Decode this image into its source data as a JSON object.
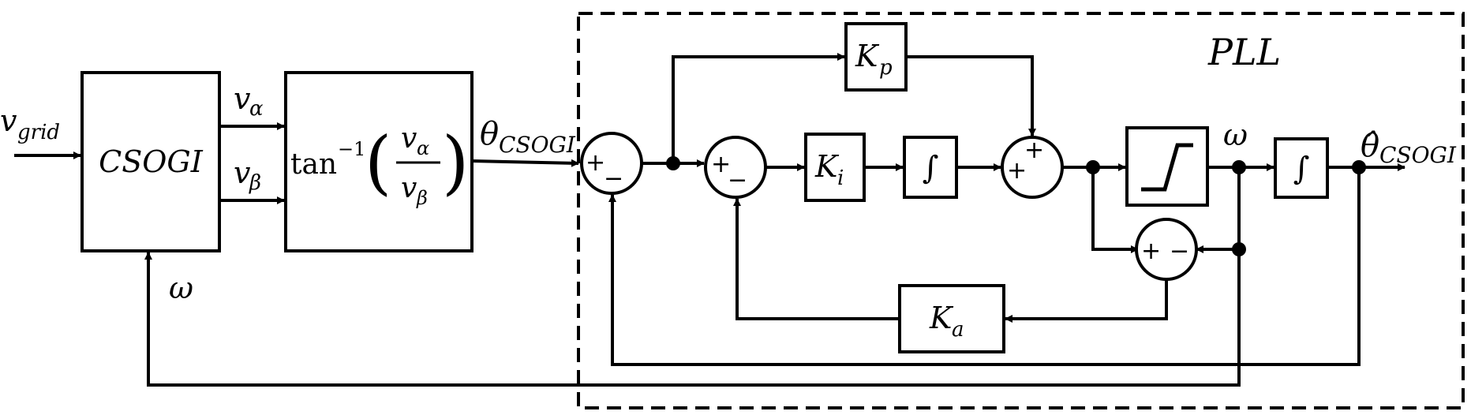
{
  "diagram": {
    "pll_label": "PLL",
    "input_label": {
      "main": "v",
      "sub": "grid"
    },
    "csogi_label": "CSOGI",
    "v_alpha": {
      "main": "v",
      "sub": "α"
    },
    "v_beta": {
      "main": "v",
      "sub": "β"
    },
    "arctan": {
      "func": "tan",
      "sup": "−1",
      "num": "v",
      "num_sub": "α",
      "den": "v",
      "den_sub": "β"
    },
    "theta_csogi": {
      "main": "θ",
      "sub": "CSOGI"
    },
    "theta_hat_csogi": {
      "main": "θ̂",
      "sub": "CSOGI"
    },
    "omega_label": "ω",
    "kp": {
      "main": "K",
      "sub": "p"
    },
    "ki": {
      "main": "K",
      "sub": "i"
    },
    "ka": {
      "main": "K",
      "sub": "a"
    },
    "integral_symbol": "∫",
    "plus": "+",
    "minus": "−"
  }
}
